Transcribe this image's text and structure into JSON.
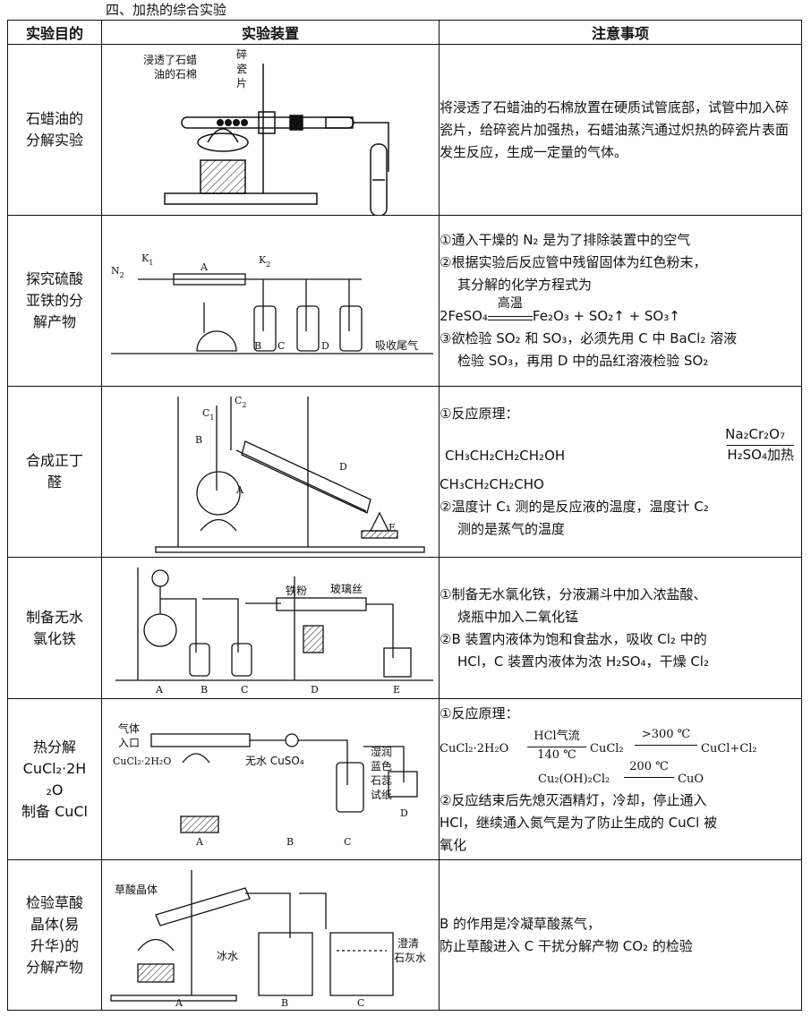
{
  "section_title": "四、加热的综合实验",
  "headers": {
    "purpose": "实验目的",
    "device": "实验装置",
    "notes": "注意事项"
  },
  "rows": [
    {
      "purpose": "石蜡油的\n分解实验",
      "labels": {
        "a": "浸透了石蜡",
        "b": "油的石棉",
        "c": "碎",
        "d": "瓷",
        "e": "片"
      },
      "notes": [
        "将浸透了石蜡油的石棉放置在硬质试管底部，试管中加入碎瓷片，给碎瓷片加强热，石蜡油蒸汽通过炽热的碎瓷片表面发生反应，生成一定量的气体。"
      ]
    },
    {
      "purpose": "探究硫酸\n亚铁的分\n解产物",
      "labels": {
        "n2": "N",
        "n2sub": "2",
        "k1": "K",
        "k1sub": "1",
        "a": "A",
        "k2": "K",
        "k2sub": "2",
        "b": "B",
        "c": "C",
        "d": "D",
        "tail": "吸收尾气"
      },
      "notes": {
        "n1": "①通入干燥的 N₂ 是为了排除装置中的空气",
        "n2a": "②根据实验后反应管中残留固体为红色粉末，",
        "n2b": "其分解的化学方程式为",
        "cond": "高温",
        "eq_left": "2FeSO₄",
        "eq_right": "Fe₂O₃ + SO₂↑ + SO₃↑",
        "n3a": "③欲检验 SO₂ 和 SO₃，必须先用 C 中 BaCl₂ 溶液",
        "n3b": "检验 SO₃，再用 D 中的品红溶液检验 SO₂"
      }
    },
    {
      "purpose": "合成正丁\n醛",
      "labels": {
        "c1": "C",
        "c1sub": "1",
        "c2": "C",
        "c2sub": "2",
        "b": "B",
        "a": "A",
        "d": "D",
        "e": "E"
      },
      "notes": {
        "n1": "①反应原理：",
        "reagent_top": "Na₂Cr₂O₇",
        "reactant": "CH₃CH₂CH₂CH₂OH",
        "reagent_bottom": "H₂SO₄加热",
        "product": "CH₃CH₂CH₂CHO",
        "n2a": "②温度计 C₁ 测的是反应液的温度，温度计 C₂",
        "n2b": "测的是蒸气的温度"
      }
    },
    {
      "purpose": "制备无水\n氯化铁",
      "labels": {
        "iron": "铁粉",
        "glass": "玻璃丝",
        "a": "A",
        "b": "B",
        "c": "C",
        "d": "D",
        "e": "E"
      },
      "notes": {
        "n1a": "①制备无水氯化铁，分液漏斗中加入浓盐酸、",
        "n1b": "烧瓶中加入二氧化锰",
        "n2a": "②B 装置内液体为饱和食盐水，吸收 Cl₂ 中的",
        "n2b": "HCl，C 装置内液体为浓 H₂SO₄，干燥 Cl₂"
      }
    },
    {
      "purpose": "热分解\nCuCl₂·2H\n₂O\n制备 CuCl",
      "labels": {
        "gas1": "气体",
        "gas2": "入口",
        "sample": "CuCl₂·2H₂O",
        "cuso4": "无水 CuSO₄",
        "paper1": "湿润",
        "paper2": "蓝色",
        "paper3": "石蕊",
        "paper4": "试纸",
        "a": "A",
        "b": "B",
        "c": "C",
        "d": "D"
      },
      "notes": {
        "n1": "①反应原理：",
        "start": "CuCl₂·2H₂O",
        "cond1_top": "HCl气流",
        "cond1_bottom": "140 ℃",
        "mid": "CuCl₂",
        "cond2_top": ">300 ℃",
        "end1": "CuCl+Cl₂",
        "side": "Cu₂(OH)₂Cl₂",
        "cond3_top": "200 ℃",
        "end2": "CuO",
        "n2a": "②反应结束后先熄灭酒精灯，冷却，停止通入",
        "n2b": "HCl，继续通入氮气是为了防止生成的 CuCl 被",
        "n2c": "氧化"
      }
    },
    {
      "purpose": "检验草酸\n晶体(易\n升华)的\n分解产物",
      "labels": {
        "crystal": "草酸晶体",
        "ice": "冰水",
        "lime1": "澄清",
        "lime2": "石灰水",
        "a": "A",
        "b": "B",
        "c": "C"
      },
      "notes": {
        "n1": "B 的作用是冷凝草酸蒸气，",
        "n2": "防止草酸进入 C 干扰分解产物 CO₂ 的检验"
      }
    }
  ]
}
